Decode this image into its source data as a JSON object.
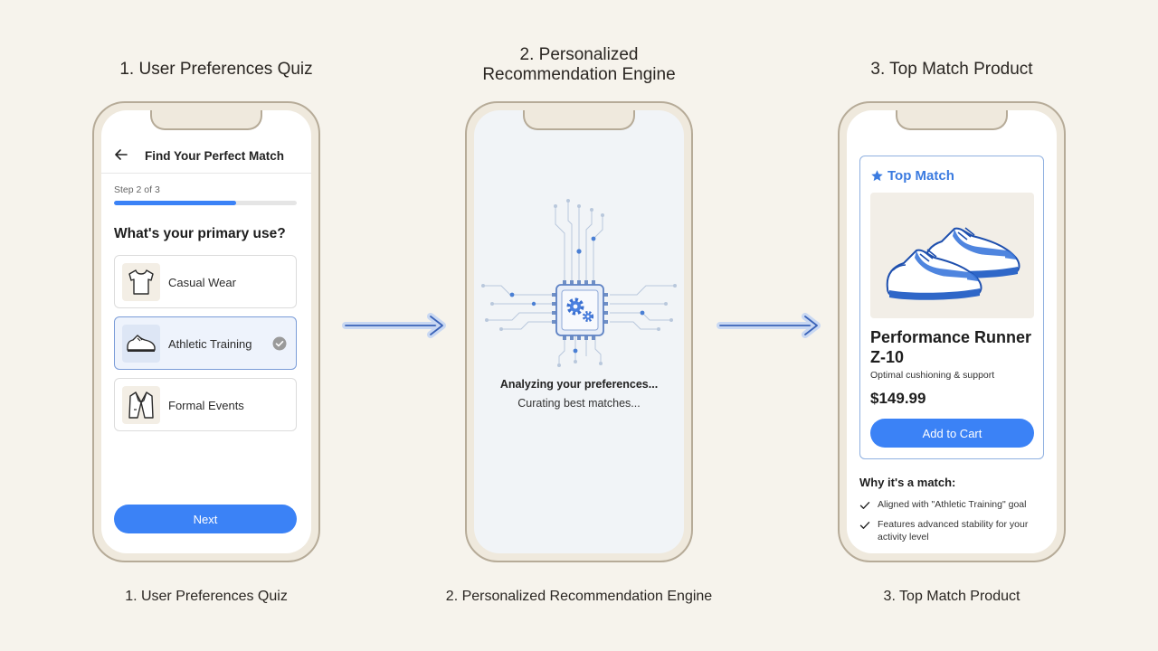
{
  "titles": {
    "quiz": "1. User Preferences Quiz",
    "engine_line1": "2. Personalized",
    "engine_line2": "Recommendation Engine",
    "product": "3. Top Match Product"
  },
  "captions": {
    "quiz": "1. User Preferences Quiz",
    "engine": "2. Personalized Recommendation Engine",
    "product": "3. Top Match Product"
  },
  "quiz": {
    "header_title": "Find Your Perfect Match",
    "back_icon": "arrow-left-icon",
    "step_label": "Step 2 of 3",
    "progress": 0.67,
    "question": "What's your primary use?",
    "options": [
      {
        "label": "Casual Wear",
        "icon": "t-shirt-icon",
        "selected": false
      },
      {
        "label": "Athletic Training",
        "icon": "sneaker-icon",
        "selected": true
      },
      {
        "label": "Formal Events",
        "icon": "blazer-icon",
        "selected": false
      }
    ],
    "next_label": "Next"
  },
  "engine": {
    "icon": "processor-gears-icon",
    "status_primary": "Analyzing your preferences...",
    "status_secondary": "Curating best matches..."
  },
  "product": {
    "badge": "Top Match",
    "badge_icon": "star-icon",
    "image_icon": "running-shoes-icon",
    "name": "Performance Runner Z-10",
    "tagline": "Optimal cushioning & support",
    "price": "$149.99",
    "cart_label": "Add to Cart",
    "why_title": "Why it's a match:",
    "reasons": [
      "Aligned with \"Athletic Training\" goal",
      "Features advanced stability for your activity level"
    ]
  },
  "colors": {
    "accent": "#3b82f6",
    "background": "#f6f3ec",
    "phone_frame": "#b6ab98",
    "top_match": "#3b7be0"
  }
}
